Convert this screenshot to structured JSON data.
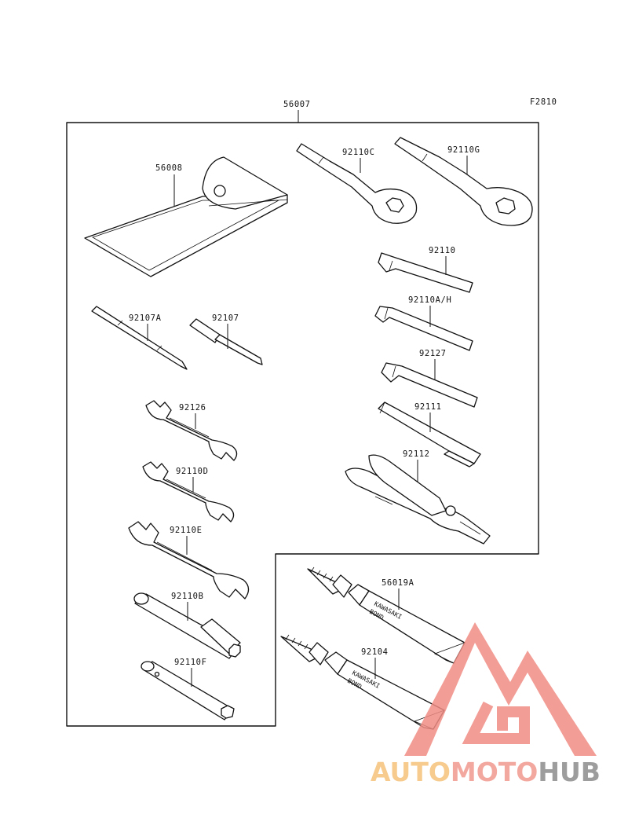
{
  "diagram": {
    "ref_code": "F2810",
    "kit_part_number": "56007",
    "parts": {
      "p56008": "56008",
      "p92110C": "92110C",
      "p92110G": "92110G",
      "p92110": "92110",
      "p92110AH": "92110A/H",
      "p92127": "92127",
      "p92111": "92111",
      "p92112": "92112",
      "p92107A": "92107A",
      "p92107": "92107",
      "p92126": "92126",
      "p92110D": "92110D",
      "p92110E": "92110E",
      "p92110B": "92110B",
      "p92110F": "92110F",
      "p56019A": "56019A",
      "p92104": "92104"
    },
    "tube_text": {
      "line1": "KAWASAKI",
      "line2": "BOND"
    }
  },
  "watermark": {
    "part1": "AUTO",
    "part2": "MOTO",
    "part3": "HUB",
    "colors": {
      "auto": "#f5c27a",
      "moto": "#f29a8f",
      "hub": "#8c8c8c",
      "triangle": "#f08c84"
    }
  }
}
